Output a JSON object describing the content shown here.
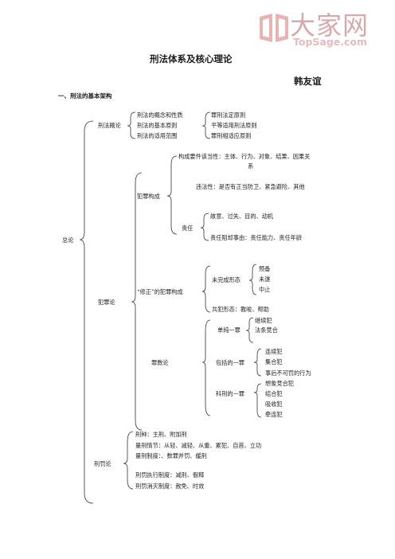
{
  "watermark": {
    "name": "大家网",
    "url": "TopSage.com"
  },
  "doc": {
    "title": "刑法体系及核心理论",
    "author": "韩友谊",
    "section": "一、刑法的基本架构"
  },
  "tree": {
    "root": "总论",
    "xingfagailun": {
      "label": "刑法概论",
      "items": [
        "刑法的概念和性质",
        "刑法的基本原则",
        "刑法的适用范围"
      ],
      "principles": [
        "罪刑法定原则",
        "平等适用刑法原则",
        "罪刑相适应原则"
      ]
    },
    "fanzuilun": {
      "label": "犯罪论",
      "goucheng": {
        "label": "犯罪构成",
        "yaojian_line1": "构成要件该当性：主体、行为、对象、结果、因果关",
        "yaojian_line2": "系",
        "weifa": "违法性：是否有正当防卫、紧急避险、其他",
        "zeren": {
          "label": "责任",
          "items": [
            "故意、过失、目的、动机",
            "责任阻却事由：责任能力、责任年龄"
          ]
        }
      },
      "xiuzheng": {
        "label": "“修正”的犯罪构成",
        "weiwancheng": {
          "label": "未完成形态",
          "items": [
            "预备",
            "未遂",
            "中止"
          ]
        },
        "gongfan": "共犯形态：教唆、帮助"
      },
      "zuishu": {
        "label": "罪数论",
        "danchun": {
          "label": "单纯一罪",
          "items": [
            "继续犯",
            "法条竞合"
          ]
        },
        "baokuo": {
          "label": "包括的一罪",
          "items": [
            "连续犯",
            "集合犯",
            "事后不可罚的行为"
          ]
        },
        "kexing": {
          "label": "科刑的一罪",
          "items": [
            "想象竞合犯",
            "结合犯",
            "吸收犯",
            "牵连犯"
          ]
        }
      }
    },
    "xingfalun": {
      "label": "刑罚论",
      "items": [
        "刑种：主刑、附加刑",
        "量刑情节：从轻、减轻、从重、累犯、自首、立功",
        "量刑制度：、数罪并罚、缓刑",
        "刑罚执行制度：减刑、假释",
        "刑罚消灭制度：赦免、时效"
      ]
    }
  }
}
